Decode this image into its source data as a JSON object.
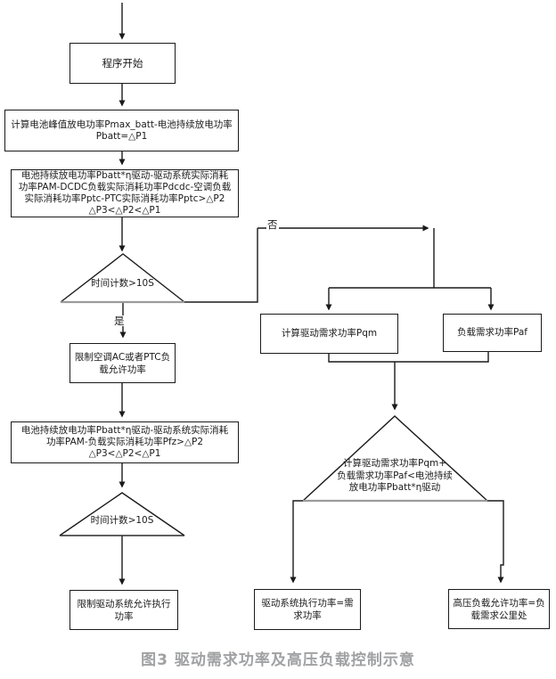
{
  "figure": {
    "caption": "图3 驱动需求功率及高压负载控制示意",
    "caption_color": "#a0a1a3"
  },
  "colors": {
    "connector_line": "#1a1a1a",
    "triangle_base_gray": "#9b9b9b",
    "box_border": "#1a1a1a",
    "text": "#1a1a1a",
    "background": "#ffffff"
  },
  "flowchart": {
    "nodes": {
      "start": {
        "shape": "rect",
        "label": "程序开始"
      },
      "calc_peak": {
        "shape": "rect",
        "label": "计算电池峰值放电功率Pmax_batt-电池持续放电功率\nPbatt=△P1"
      },
      "batt_check_full": {
        "shape": "rect",
        "label": "电池持续放电功率Pbatt*η驱动-驱动系统实际消耗\n功率PAM-DCDC负载实际消耗功率Pdcdc-空调负载\n实际消耗功率Pptc-PTC实际消耗功率Pptc>△P2\n△P3<△P2<△P1"
      },
      "timer_check_1": {
        "shape": "triangle",
        "label": "时间计数>10S"
      },
      "limit_ac_ptc": {
        "shape": "rect",
        "label": "限制空调AC或者PTC负\n载允许功率"
      },
      "batt_check_load": {
        "shape": "rect",
        "label": "电池持续放电功率Pbatt*η驱动-驱动系统实际消耗\n功率PAM-负载实际消耗功率Pfz>△P2\n△P3<△P2<△P1"
      },
      "timer_check_2": {
        "shape": "triangle",
        "label": "时间计数>10S"
      },
      "limit_drive": {
        "shape": "rect",
        "label": "限制驱动系统允许执行\n功率"
      },
      "calc_pqm": {
        "shape": "rect",
        "label": "计算驱动需求功率Pqm"
      },
      "load_paf": {
        "shape": "rect",
        "label": "负载需求功率Paf"
      },
      "power_compare": {
        "shape": "triangle",
        "label": "计算驱动需求功率Pqm+\n负载需求功率Paf<电池持续\n放电功率Pbatt*η驱动"
      },
      "drive_exec": {
        "shape": "rect",
        "label": "驱动系统执行功率=需\n求功率"
      },
      "hv_load_allow": {
        "shape": "rect",
        "label": "高压负载允许功率=负\n载需求公里处"
      }
    },
    "edge_labels": {
      "yes": "是",
      "no": "否"
    }
  }
}
